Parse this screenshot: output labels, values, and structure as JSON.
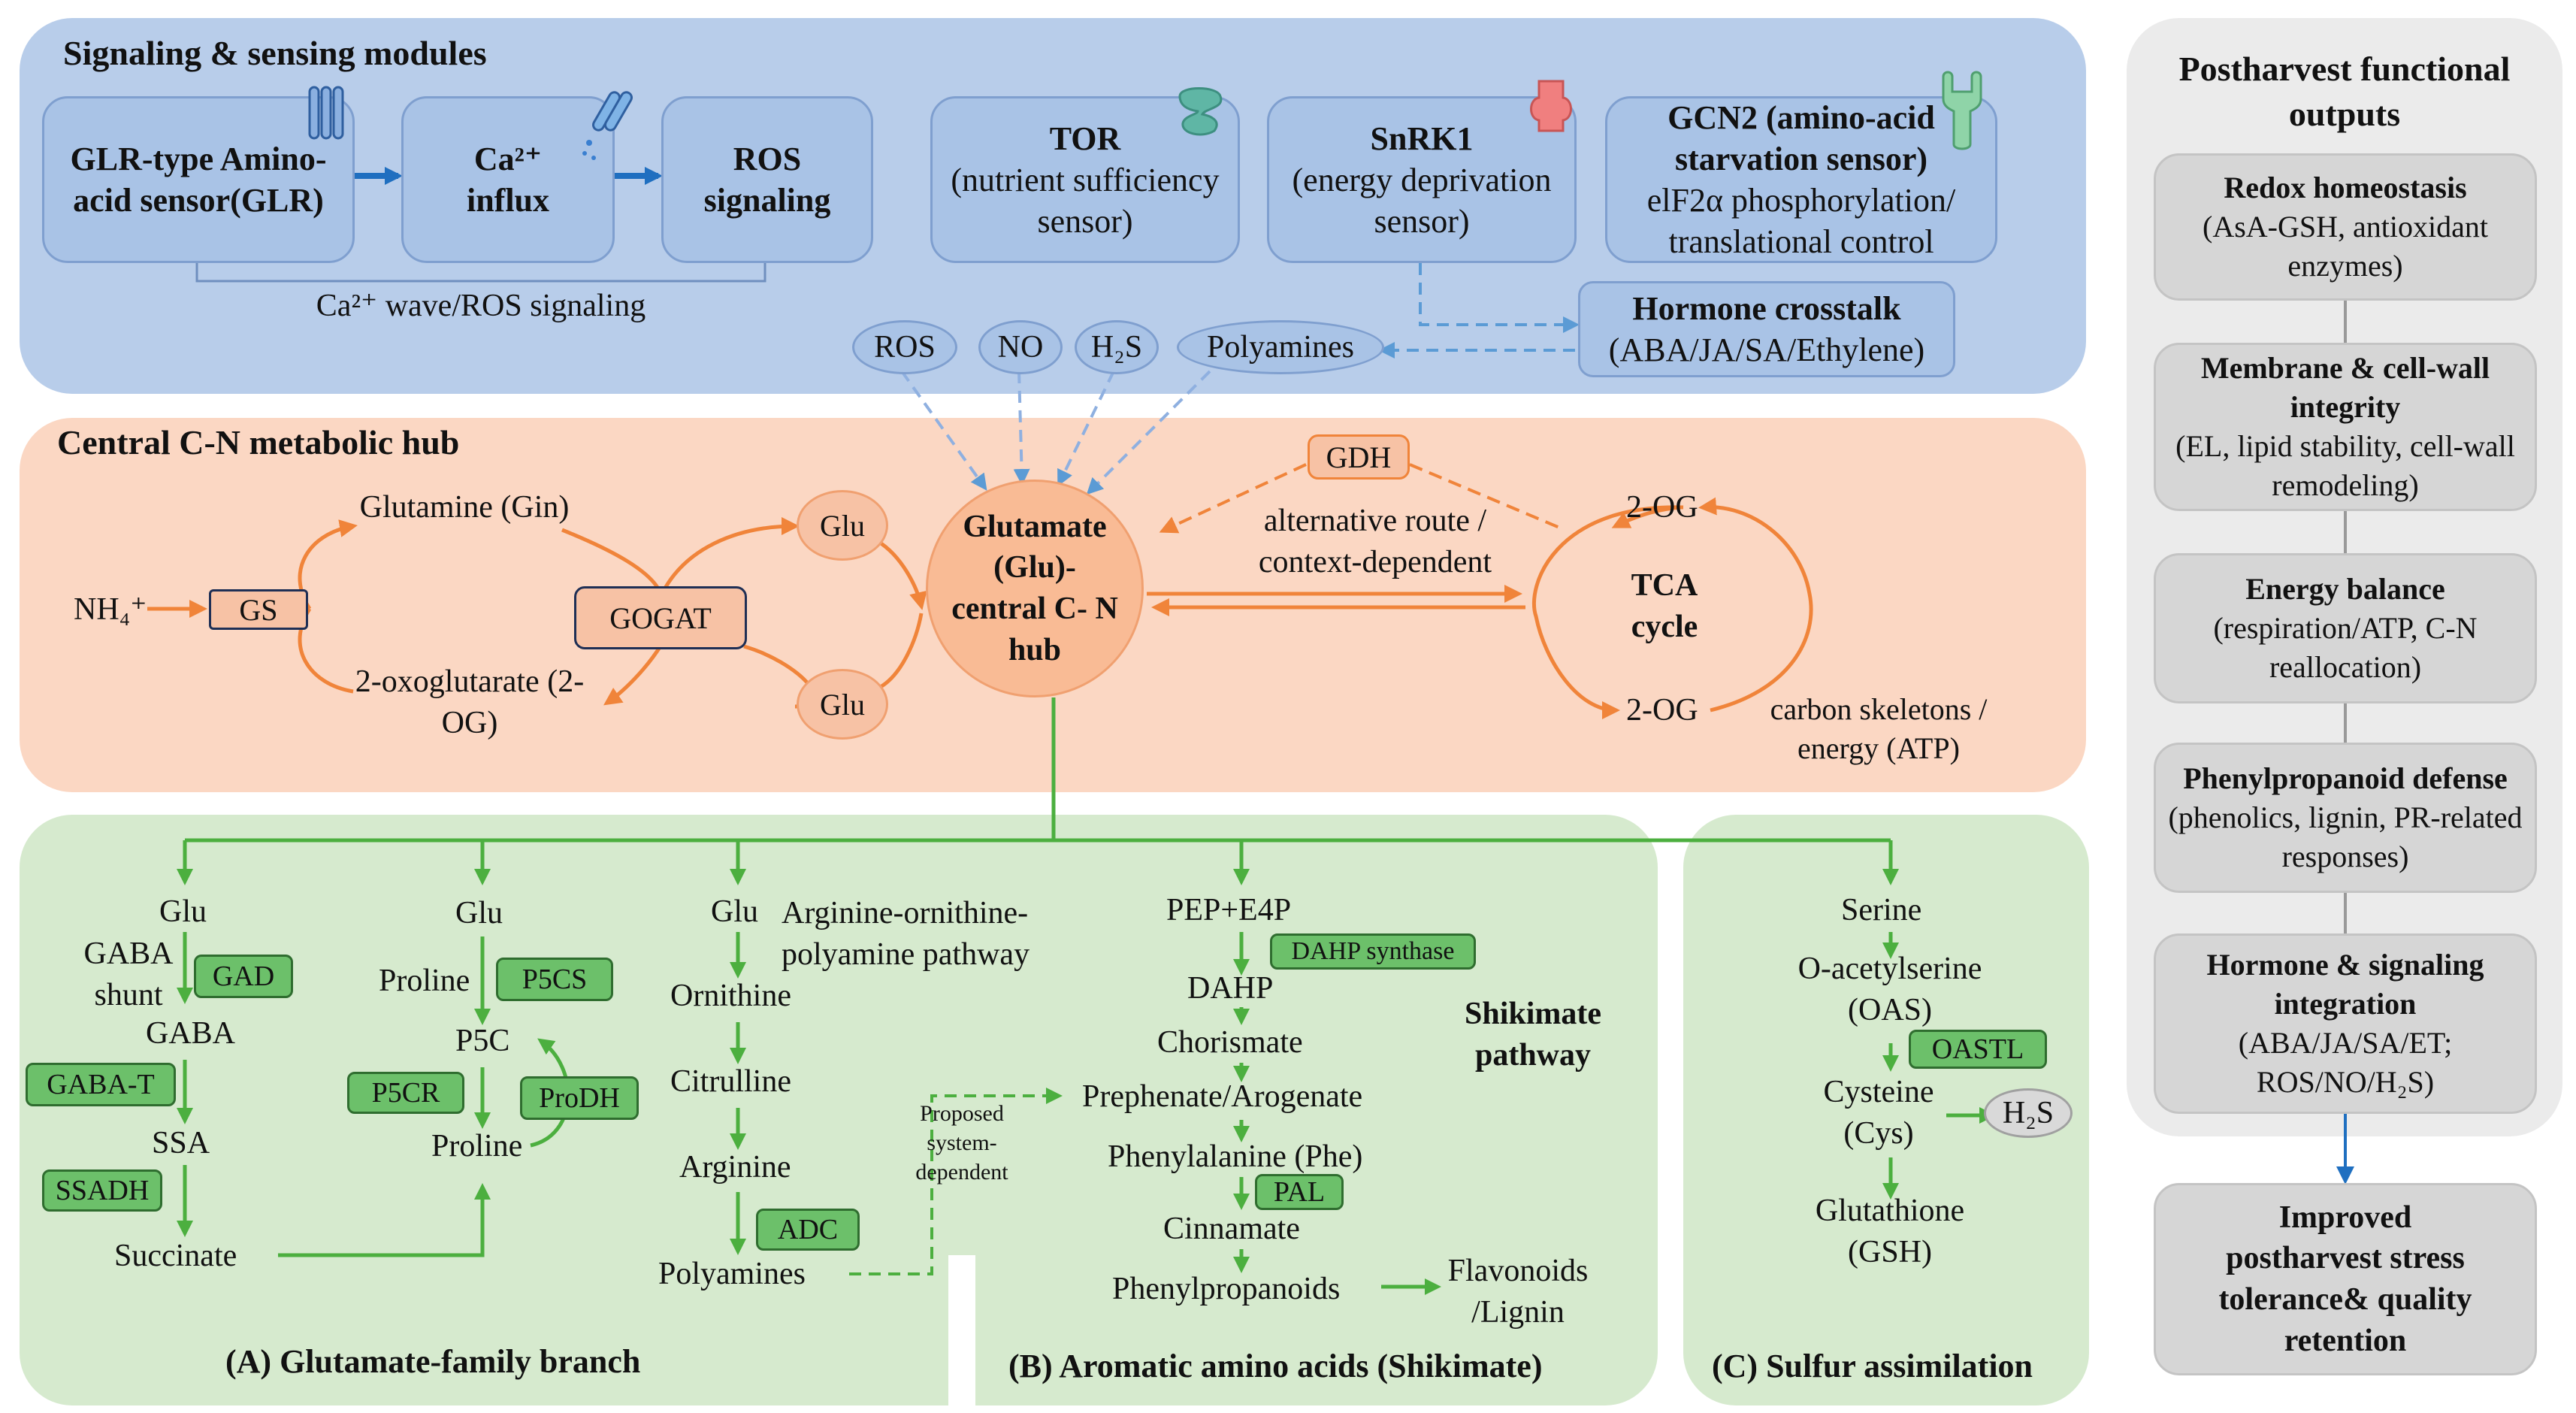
{
  "signaling": {
    "title": "Signaling & sensing modules",
    "glr": "GLR-type Amino-acid sensor(GLR)",
    "ca": "Ca²⁺ influx",
    "ros": "ROS signaling",
    "ca_wave": "Ca²⁺ wave/ROS signaling",
    "tor_name": "TOR",
    "tor_desc": "(nutrient sufficiency sensor)",
    "snrk_name": "SnRK1",
    "snrk_desc": "(energy deprivation sensor)",
    "gcn_name": "GCN2 (amino-acid starvation sensor)",
    "gcn_desc": "elF2α phosphorylation/ translational control",
    "hormone_name": "Hormone crosstalk",
    "hormone_desc": "(ABA/JA/SA/Ethylene)",
    "ovals": [
      "ROS",
      "NO",
      "H₂S",
      "Polyamines"
    ]
  },
  "hub": {
    "title": "Central C-N metabolic hub",
    "nh4": "NH₄⁺",
    "gs": "GS",
    "glutamine": "Glutamine (Gin)",
    "oxoglutarate": "2-oxoglutarate (2-OG)",
    "gogat": "GOGAT",
    "glu_top": "Glu",
    "glu_bottom": "Glu",
    "center": "Glutamate (Glu)- central C- N hub",
    "gdh": "GDH",
    "alt_route": "alternative route / context-dependent",
    "og_top": "2-OG",
    "og_bottom": "2-OG",
    "tca": "TCA cycle",
    "carbon": "carbon skeletons / energy (ATP)"
  },
  "branchA": {
    "footer": "(A) Glutamate-family branch",
    "gaba": {
      "glu": "Glu",
      "gaba_shunt": "GABA shunt",
      "gad": "GAD",
      "gaba": "GABA",
      "gabat": "GABA-T",
      "ssa": "SSA",
      "ssadh": "SSADH",
      "succinate": "Succinate"
    },
    "proline": {
      "glu": "Glu",
      "proline_lbl": "Proline",
      "p5cs": "P5CS",
      "p5c": "P5C",
      "p5cr": "P5CR",
      "prodh": "ProDH",
      "proline": "Proline"
    },
    "polyamine": {
      "glu": "Glu",
      "pathway": "Arginine-ornithine- polyamine pathway",
      "ornithine": "Ornithine",
      "citrulline": "Citrulline",
      "arginine": "Arginine",
      "adc": "ADC",
      "polyamines": "Polyamines",
      "proposed": "Proposed system- dependent"
    }
  },
  "branchB": {
    "footer": "(B) Aromatic amino acids (Shikimate)",
    "pep": "PEP+E4P",
    "dahps": "DAHP synthase",
    "dahp": "DAHP",
    "chorismate": "Chorismate",
    "prephenate": "Prephenate/Arogenate",
    "phe": "Phenylalanine (Phe)",
    "pal": "PAL",
    "cinnamate": "Cinnamate",
    "phenylpropanoids": "Phenylpropanoids",
    "flavonoids": "Flavonoids /Lignin",
    "shikimate": "Shikimate pathway"
  },
  "branchC": {
    "footer": "(C) Sulfur assimilation",
    "serine": "Serine",
    "oas": "O-acetylserine (OAS)",
    "oastl": "OASTL",
    "cysteine": "Cysteine (Cys)",
    "h2s": "H₂S",
    "gsh": "Glutathione (GSH)"
  },
  "outputs": {
    "title": "Postharvest functional outputs",
    "items": [
      {
        "head": "Redox homeostasis",
        "desc": "(AsA-GSH, antioxidant enzymes)"
      },
      {
        "head": "Membrane & cell-wall integrity",
        "desc": "(EL, lipid stability, cell-wall remodeling)"
      },
      {
        "head": "Energy balance",
        "desc": "(respiration/ATP, C-N reallocation)"
      },
      {
        "head": "Phenylpropanoid defense",
        "desc": "(phenolics, lignin, PR-related responses)"
      },
      {
        "head": "Hormone & signaling integration",
        "desc": "(ABA/JA/SA/ET; ROS/NO/H₂S)"
      }
    ],
    "final": "Improved postharvest stress tolerance& quality retention"
  },
  "colors": {
    "blue_panel": "#b8cdea",
    "hub_panel": "#fbd7c3",
    "green_panel": "#d6eace",
    "orange_arrow": "#f0843a",
    "green_arrow": "#4caf3f",
    "blue_arrow": "#1f6fc0"
  }
}
